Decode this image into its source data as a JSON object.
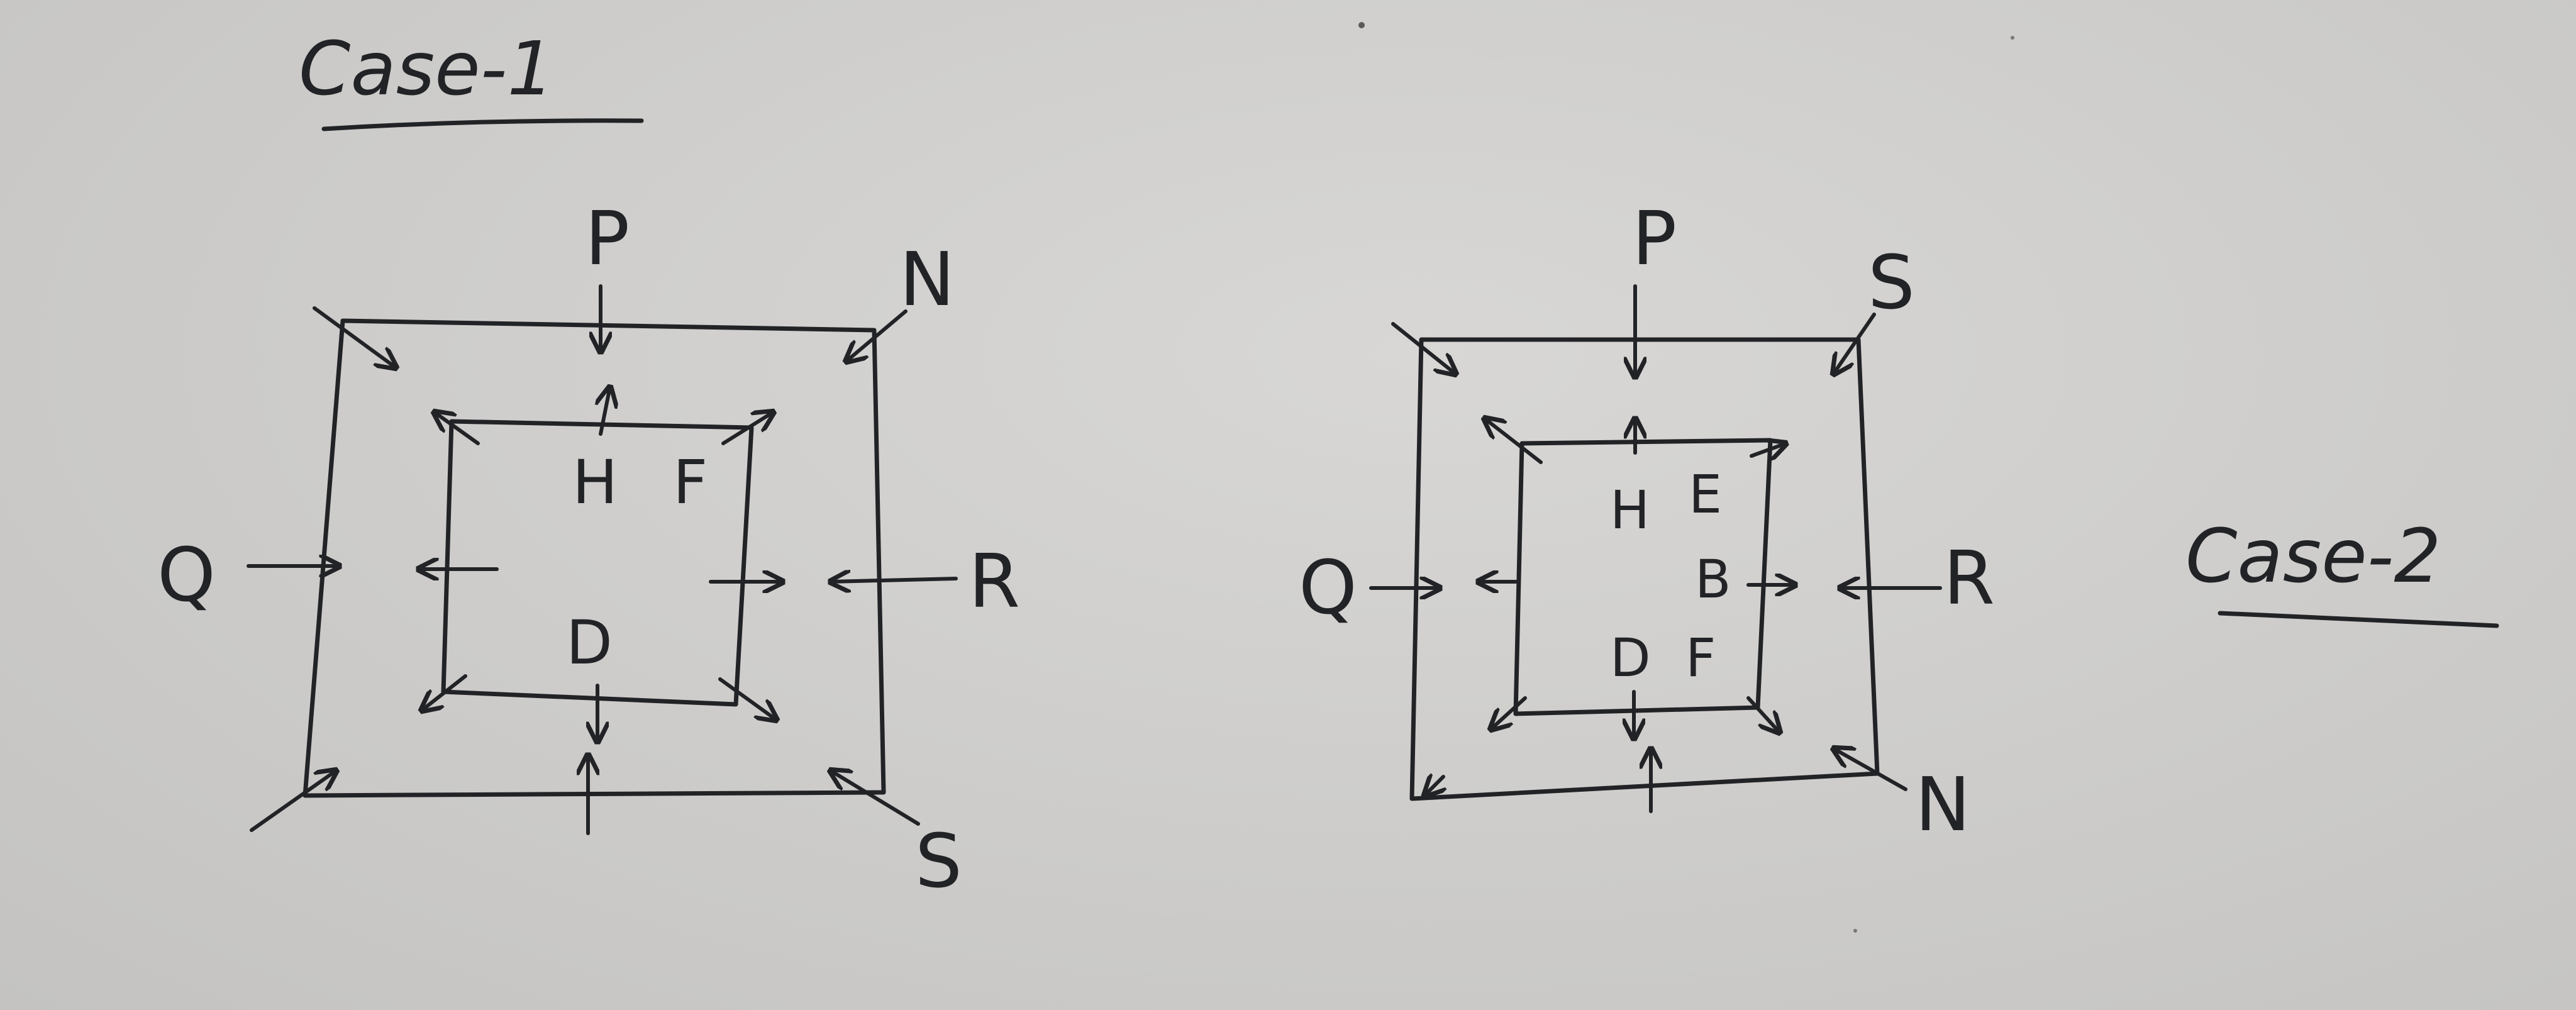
{
  "case1": {
    "title": "Case-1",
    "labels": {
      "P": "P",
      "N": "N",
      "Q": "Q",
      "R": "R",
      "S": "S",
      "H": "H",
      "F": "F",
      "D": "D"
    }
  },
  "case2": {
    "title": "Case-2",
    "labels": {
      "P": "P",
      "S": "S",
      "Q": "Q",
      "R": "R",
      "N": "N",
      "H": "H",
      "E": "E",
      "B": "B",
      "D": "D",
      "F": "F"
    }
  }
}
